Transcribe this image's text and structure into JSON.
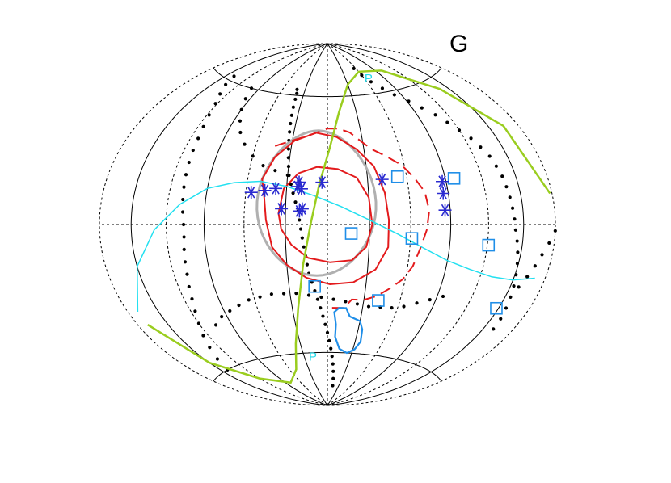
{
  "panel_label": "G",
  "colors": {
    "frame": "#000000",
    "dots": "#000000",
    "cyan_curve": "#22e0f0",
    "green_curve": "#9acd1f",
    "red_contours": "#e31a1c",
    "grey_ellipse": "#b0b0b0",
    "blue_closed_curve": "#1f8ee8",
    "stars": "#2a2ad0",
    "squares": "#1f8ee8",
    "pole_labels": "#22d8e8"
  },
  "chart_data": {
    "type": "scatter",
    "projection": "hammer-aitoff",
    "title": "G",
    "xlim": [
      180,
      -180
    ],
    "ylim": [
      -90,
      90
    ],
    "meridians": [
      -150,
      -90,
      -30,
      30,
      90,
      150
    ],
    "parallels": [
      -60,
      60
    ],
    "dashed_meridians": [
      -120,
      -60,
      0,
      60,
      120
    ],
    "dashed_parallels": [
      0
    ],
    "pole_labels": [
      {
        "text": "P",
        "lon": -62,
        "lat": 66
      },
      {
        "text": "P",
        "lon": 20,
        "lat": -64
      }
    ],
    "stars": [
      [
        56,
        14
      ],
      [
        46,
        15
      ],
      [
        38,
        16
      ],
      [
        21,
        19
      ],
      [
        22,
        17
      ],
      [
        19,
        16
      ],
      [
        4,
        19
      ],
      [
        -41,
        20
      ],
      [
        -87,
        18
      ],
      [
        -86,
        13
      ],
      [
        -86,
        6
      ],
      [
        33,
        7
      ],
      [
        18,
        7
      ],
      [
        20,
        6
      ]
    ],
    "squares": [
      [
        -53,
        21
      ],
      [
        -97,
        19
      ],
      [
        -17,
        -4
      ],
      [
        -61,
        -6
      ],
      [
        -121,
        -8
      ],
      [
        10,
        -28
      ],
      [
        -42,
        -34
      ],
      [
        -148,
        -31
      ]
    ],
    "dotted_curves": [
      {
        "points": [
          [
            41,
            63
          ],
          [
            39,
            61
          ],
          [
            38,
            58
          ],
          [
            37,
            54
          ],
          [
            36,
            50
          ],
          [
            35,
            46
          ],
          [
            34,
            42
          ],
          [
            33,
            38
          ],
          [
            32,
            34
          ],
          [
            31,
            30
          ],
          [
            30,
            26
          ],
          [
            29,
            22
          ],
          [
            27,
            18
          ],
          [
            25,
            14
          ],
          [
            23,
            10
          ],
          [
            21,
            6
          ],
          [
            20,
            2
          ],
          [
            19,
            -2
          ],
          [
            18,
            -6
          ],
          [
            17,
            -10
          ],
          [
            16,
            -14
          ],
          [
            15,
            -18
          ],
          [
            14,
            -22
          ],
          [
            12,
            -26
          ],
          [
            10,
            -30
          ],
          [
            8,
            -34
          ],
          [
            6,
            -38
          ],
          [
            4,
            -42
          ],
          [
            2,
            -46
          ],
          [
            0,
            -50
          ],
          [
            -2,
            -54
          ],
          [
            -4,
            -58
          ],
          [
            -6,
            -62
          ],
          [
            -8,
            -66
          ],
          [
            -10,
            -70
          ],
          [
            -12,
            -74
          ],
          [
            -14,
            -78
          ]
        ]
      },
      {
        "points": [
          [
            -56,
            74
          ],
          [
            -60,
            70
          ],
          [
            -66,
            66
          ],
          [
            -74,
            62
          ],
          [
            -82,
            58
          ],
          [
            -92,
            54
          ],
          [
            -100,
            50
          ],
          [
            -108,
            46
          ],
          [
            -114,
            42
          ],
          [
            -120,
            38
          ],
          [
            -126,
            34
          ],
          [
            -130,
            30
          ],
          [
            -134,
            26
          ],
          [
            -136,
            22
          ],
          [
            -138,
            18
          ],
          [
            -139,
            14
          ],
          [
            -140,
            10
          ],
          [
            -141,
            6
          ],
          [
            -142,
            2
          ],
          [
            -143,
            -2
          ],
          [
            -145,
            -6
          ],
          [
            -147,
            -10
          ],
          [
            -149,
            -14
          ],
          [
            -151,
            -18
          ],
          [
            -153,
            -22
          ],
          [
            -155,
            -26
          ],
          [
            -157,
            -30
          ],
          [
            -159,
            -34
          ],
          [
            -160,
            -38
          ]
        ]
      },
      {
        "points": [
          [
            -95,
            -30
          ],
          [
            -85,
            -32
          ],
          [
            -75,
            -34
          ],
          [
            -65,
            -36
          ],
          [
            -55,
            -37
          ],
          [
            -45,
            -37
          ],
          [
            -35,
            -37
          ],
          [
            -25,
            -36
          ],
          [
            -15,
            -35
          ],
          [
            -5,
            -34
          ],
          [
            5,
            -33
          ],
          [
            15,
            -32
          ],
          [
            25,
            -31
          ],
          [
            35,
            -31
          ],
          [
            45,
            -31
          ],
          [
            55,
            -32
          ],
          [
            65,
            -33
          ],
          [
            75,
            -35
          ],
          [
            85,
            -37
          ],
          [
            95,
            -39
          ],
          [
            105,
            -42
          ]
        ]
      },
      {
        "points": [
          [
            100,
            60
          ],
          [
            95,
            55
          ],
          [
            90,
            50
          ],
          [
            84,
            45
          ],
          [
            78,
            40
          ],
          [
            70,
            35
          ],
          [
            60,
            30
          ],
          [
            50,
            26
          ],
          [
            40,
            24
          ],
          [
            30,
            22
          ]
        ]
      },
      {
        "points": [
          [
            140,
            62
          ],
          [
            135,
            58
          ],
          [
            128,
            54
          ],
          [
            122,
            50
          ],
          [
            118,
            45
          ],
          [
            115,
            40
          ],
          [
            113,
            35
          ],
          [
            112,
            30
          ],
          [
            111,
            25
          ],
          [
            110,
            20
          ],
          [
            109,
            15
          ],
          [
            108,
            10
          ],
          [
            107,
            5
          ],
          [
            106,
            0
          ],
          [
            106,
            -5
          ],
          [
            107,
            -10
          ],
          [
            108,
            -15
          ],
          [
            109,
            -20
          ],
          [
            111,
            -25
          ],
          [
            113,
            -30
          ],
          [
            116,
            -35
          ],
          [
            120,
            -40
          ],
          [
            125,
            -45
          ],
          [
            130,
            -50
          ],
          [
            136,
            -55
          ],
          [
            142,
            -60
          ]
        ]
      },
      {
        "points": [
          [
            -180,
            -2
          ],
          [
            -175,
            -6
          ],
          [
            -170,
            -10
          ],
          [
            -166,
            -14
          ],
          [
            -162,
            -18
          ],
          [
            -158,
            -22
          ]
        ]
      }
    ],
    "cyan_curve": [
      [
        170,
        -30
      ],
      [
        150,
        -15
      ],
      [
        130,
        -2
      ],
      [
        110,
        8
      ],
      [
        90,
        15
      ],
      [
        70,
        18
      ],
      [
        50,
        19
      ],
      [
        30,
        17
      ],
      [
        10,
        13
      ],
      [
        -10,
        8
      ],
      [
        -30,
        2
      ],
      [
        -50,
        -4
      ],
      [
        -70,
        -10
      ],
      [
        -90,
        -15
      ],
      [
        -110,
        -18
      ],
      [
        -130,
        -20
      ],
      [
        -150,
        -20
      ],
      [
        -170,
        -18
      ]
    ],
    "green_curve": [
      [
        170,
        -35
      ],
      [
        150,
        -55
      ],
      [
        120,
        -68
      ],
      [
        80,
        -74
      ],
      [
        50,
        -68
      ],
      [
        35,
        -55
      ],
      [
        25,
        -38
      ],
      [
        18,
        -18
      ],
      [
        12,
        0
      ],
      [
        6,
        18
      ],
      [
        -2,
        35
      ],
      [
        -12,
        52
      ],
      [
        -30,
        66
      ],
      [
        -60,
        72
      ],
      [
        -100,
        70
      ],
      [
        -140,
        55
      ],
      [
        -165,
        35
      ],
      [
        -178,
        10
      ]
    ],
    "grey_ellipse": {
      "center": [
        8,
        10
      ],
      "semi_lon": 43,
      "semi_lat": 33
    },
    "red_contours": [
      {
        "points": [
          [
            49,
            20
          ],
          [
            42,
            30
          ],
          [
            28,
            38
          ],
          [
            10,
            42
          ],
          [
            -8,
            40
          ],
          [
            -24,
            34
          ],
          [
            -36,
            26
          ],
          [
            -42,
            14
          ],
          [
            -44,
            2
          ],
          [
            -44,
            -10
          ],
          [
            -36,
            -20
          ],
          [
            -20,
            -26
          ],
          [
            -2,
            -27
          ],
          [
            16,
            -24
          ],
          [
            30,
            -18
          ],
          [
            40,
            -10
          ],
          [
            44,
            2
          ],
          [
            46,
            12
          ]
        ]
      },
      {
        "points": [
          [
            35,
            5
          ],
          [
            32,
            16
          ],
          [
            22,
            23
          ],
          [
            8,
            26
          ],
          [
            -8,
            25
          ],
          [
            -22,
            21
          ],
          [
            -30,
            12
          ],
          [
            -32,
            0
          ],
          [
            -28,
            -10
          ],
          [
            -18,
            -16
          ],
          [
            -2,
            -17
          ],
          [
            14,
            -15
          ],
          [
            26,
            -9
          ],
          [
            33,
            -2
          ]
        ]
      },
      {
        "points": [
          [
            -4,
            -38
          ],
          [
            -14,
            -38
          ],
          [
            -20,
            -34
          ],
          [
            -30,
            -34
          ],
          [
            -40,
            -32
          ],
          [
            -50,
            -28
          ],
          [
            -58,
            -24
          ],
          [
            -64,
            -18
          ],
          [
            -68,
            -10
          ],
          [
            -72,
            -2
          ],
          [
            -74,
            6
          ],
          [
            -72,
            14
          ],
          [
            -66,
            20
          ],
          [
            -58,
            26
          ],
          [
            -48,
            30
          ],
          [
            -36,
            34
          ],
          [
            -28,
            38
          ],
          [
            -20,
            42
          ],
          [
            -10,
            44
          ],
          [
            0,
            44
          ],
          [
            10,
            42
          ],
          [
            20,
            40
          ],
          [
            30,
            38
          ],
          [
            40,
            36
          ],
          [
            48,
            34
          ]
        ]
      }
    ],
    "blue_closed_curve": [
      [
        -10,
        -38
      ],
      [
        -16,
        -38
      ],
      [
        -20,
        -42
      ],
      [
        -30,
        -44
      ],
      [
        -34,
        -48
      ],
      [
        -36,
        -54
      ],
      [
        -32,
        -58
      ],
      [
        -24,
        -60
      ],
      [
        -14,
        -58
      ],
      [
        -8,
        -52
      ],
      [
        -8,
        -46
      ],
      [
        -6,
        -40
      ]
    ]
  }
}
